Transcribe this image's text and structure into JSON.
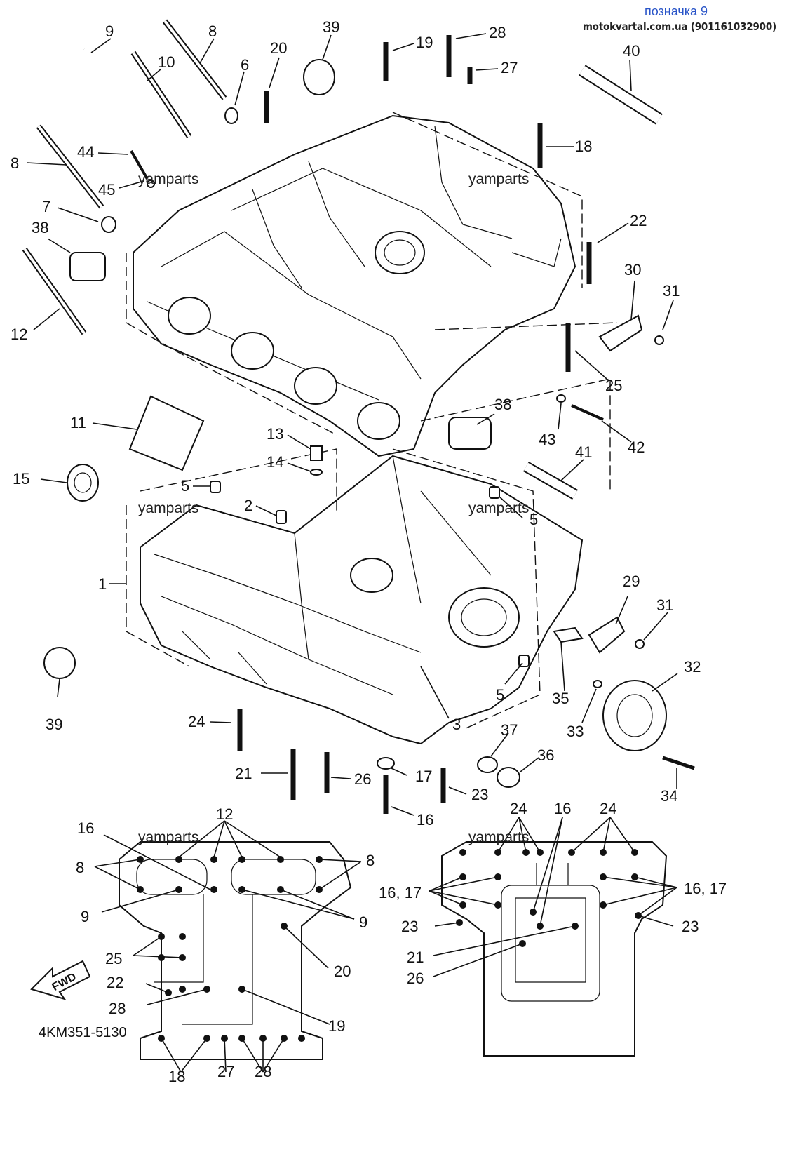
{
  "header": {
    "title": "позначка 9",
    "subtitle": "motokvartal.com.ua (901161032900)"
  },
  "watermark": "yamparts",
  "diagram_code": "4KM351-5130",
  "fwd_label": "FWD",
  "callouts": {
    "c1": "1",
    "c2": "2",
    "c3": "3",
    "c5a": "5",
    "c5b": "5",
    "c5c": "5",
    "c6": "6",
    "c7": "7",
    "c8a": "8",
    "c8b": "8",
    "c9": "9",
    "c10": "10",
    "c11": "11",
    "c12": "12",
    "c13": "13",
    "c14": "14",
    "c15": "15",
    "c16": "16",
    "c17": "17",
    "c18": "18",
    "c19": "19",
    "c20": "20",
    "c21": "21",
    "c22": "22",
    "c23": "23",
    "c24": "24",
    "c25": "25",
    "c26": "26",
    "c27": "27",
    "c28": "28",
    "c29": "29",
    "c30": "30",
    "c31a": "31",
    "c31b": "31",
    "c32": "32",
    "c33": "33",
    "c34": "34",
    "c35": "35",
    "c36": "36",
    "c37": "37",
    "c38a": "38",
    "c38b": "38",
    "c39a": "39",
    "c39b": "39",
    "c40": "40",
    "c41": "41",
    "c42": "42",
    "c43": "43",
    "c44": "44",
    "c45": "45"
  },
  "upper_case_tightening": {
    "l12": "12",
    "l16": "16",
    "l8l": "8",
    "l8r": "8",
    "l9l": "9",
    "l9r": "9",
    "l20": "20",
    "l25": "25",
    "l22": "22",
    "l28": "28",
    "l19": "19",
    "l18": "18",
    "l27": "27",
    "l28b": "28"
  },
  "lower_case_tightening": {
    "r24a": "24",
    "r24b": "24",
    "r16": "16",
    "r1617l": "16, 17",
    "r1617r": "16, 17",
    "r23l": "23",
    "r23r": "23",
    "r21": "21",
    "r26": "26"
  }
}
